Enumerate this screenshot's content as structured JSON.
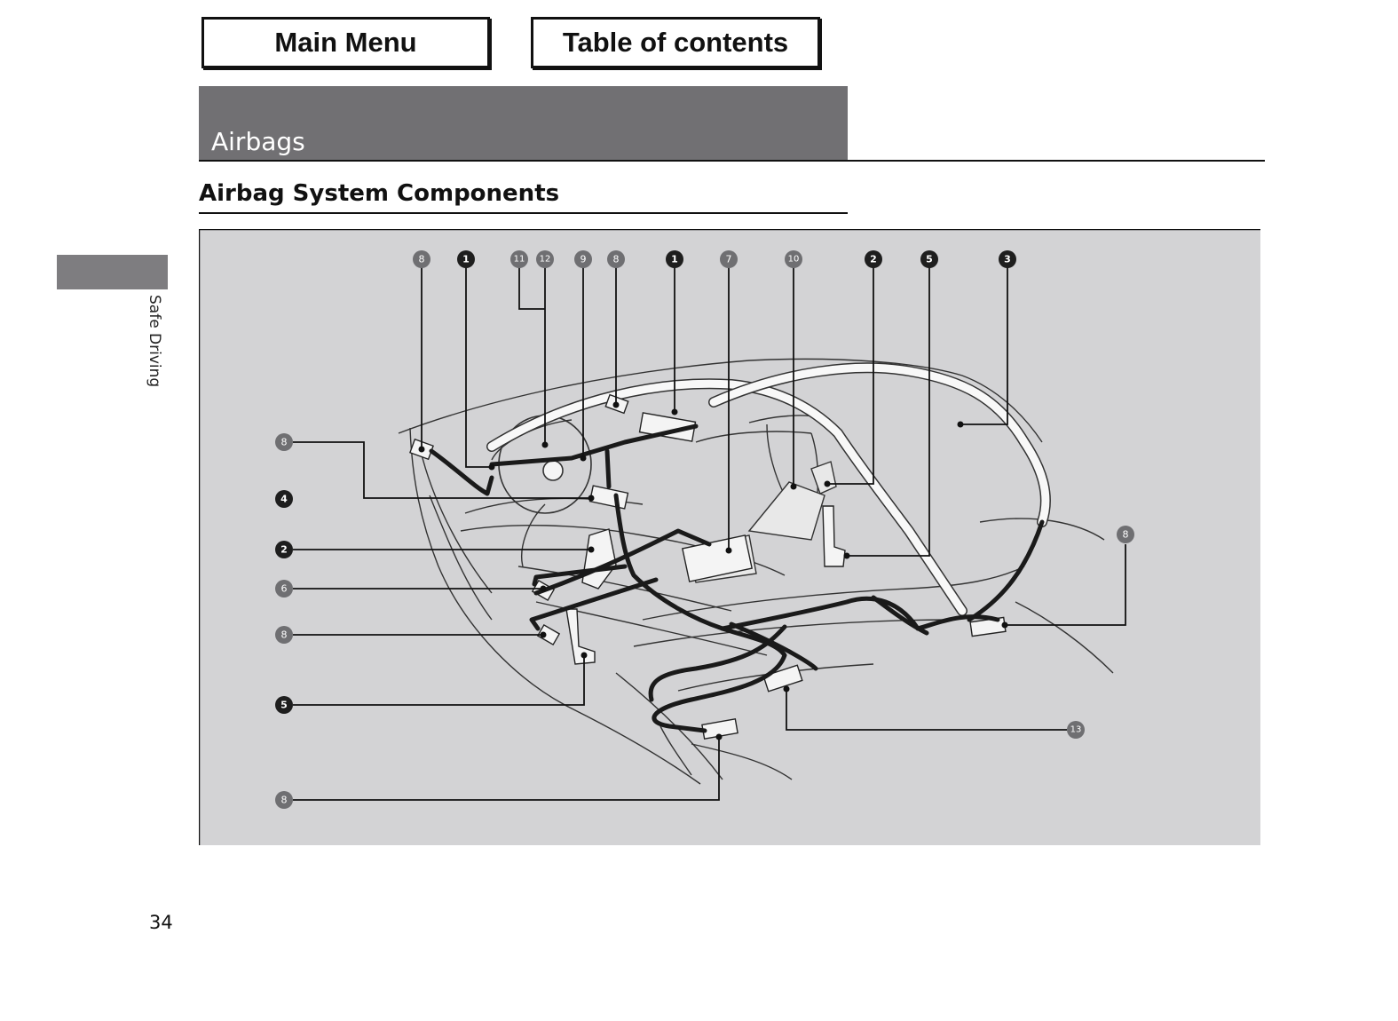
{
  "nav": {
    "main_menu": "Main Menu",
    "table_of_contents": "Table of contents"
  },
  "section": {
    "title": "Airbags"
  },
  "page": {
    "heading": "Airbag System Components",
    "side_tab_label": "Safe Driving",
    "number": "34"
  },
  "diagram": {
    "top_callouts": [
      "8",
      "1",
      "11",
      "12",
      "9",
      "8",
      "1",
      "7",
      "10",
      "2",
      "5",
      "3"
    ],
    "left_callouts": [
      "8",
      "4",
      "2",
      "6",
      "8",
      "5",
      "8"
    ],
    "right_callouts": [
      "8",
      "13"
    ]
  }
}
